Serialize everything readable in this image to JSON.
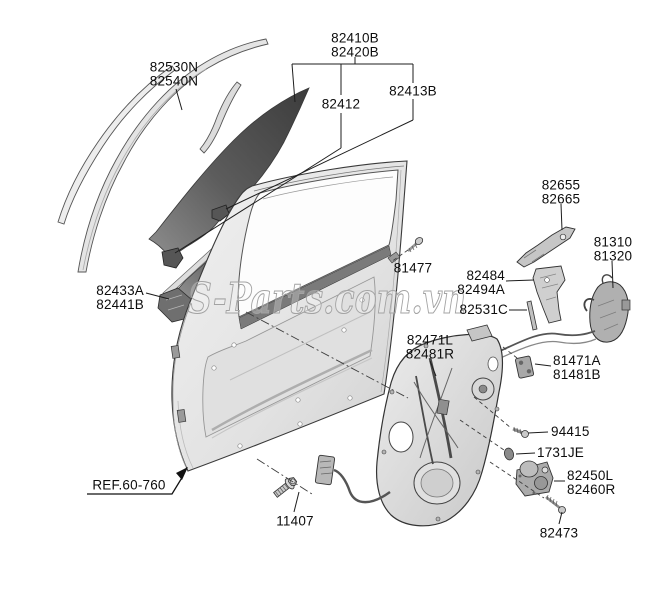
{
  "watermark": "S-Parts.com.vn",
  "reference": {
    "label": "REF.60-760"
  },
  "parts": [
    {
      "key": "glass-run-channel",
      "l1": "82530N",
      "l2": "82540N"
    },
    {
      "key": "door-glass-assembly",
      "l1": "82410B",
      "l2": "82420B"
    },
    {
      "key": "glass-grip",
      "l1": "82412"
    },
    {
      "key": "rear-glass-channel",
      "l1": "82413B"
    },
    {
      "key": "quarter-glass",
      "l1": "82433A",
      "l2": "82441B"
    },
    {
      "key": "handle-base",
      "l1": "82655",
      "l2": "82665"
    },
    {
      "key": "door-latch",
      "l1": "81310",
      "l2": "81320"
    },
    {
      "key": "screw-81477",
      "l1": "81477"
    },
    {
      "key": "handle-bracket",
      "l1": "82484",
      "l2": "82494A"
    },
    {
      "key": "connecting-rod",
      "l1": "82531C"
    },
    {
      "key": "door-module-panel",
      "l1": "82471L",
      "l2": "82481R"
    },
    {
      "key": "door-striker",
      "l1": "81471A",
      "l2": "81481B"
    },
    {
      "key": "screw-94415",
      "l1": "94415"
    },
    {
      "key": "grommet-1731je",
      "l1": "1731JE"
    },
    {
      "key": "regulator-motor",
      "l1": "82450L",
      "l2": "82460R"
    },
    {
      "key": "screw-82473",
      "l1": "82473"
    },
    {
      "key": "bolt-11407",
      "l1": "11407"
    }
  ]
}
